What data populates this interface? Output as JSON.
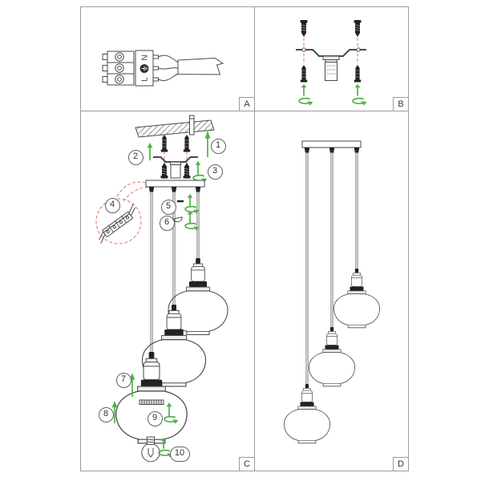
{
  "panels": {
    "a": {
      "label": "A",
      "terminal": {
        "neutral": "N",
        "live": "L"
      }
    },
    "b": {
      "label": "B"
    },
    "c": {
      "label": "C",
      "steps": [
        "1",
        "2",
        "3",
        "4",
        "5",
        "6",
        "7",
        "8",
        "9",
        "10"
      ]
    },
    "d": {
      "label": "D"
    }
  },
  "icons": {
    "earth": "earth-symbol",
    "up_arrow": "↑",
    "rotate_arrow": "↻"
  },
  "colors": {
    "line": "#4a4a4a",
    "dark_parts": "#222222",
    "arrow_green": "#4db344",
    "guide_red": "#e2736b",
    "frame_gray": "#9b9b9b"
  }
}
